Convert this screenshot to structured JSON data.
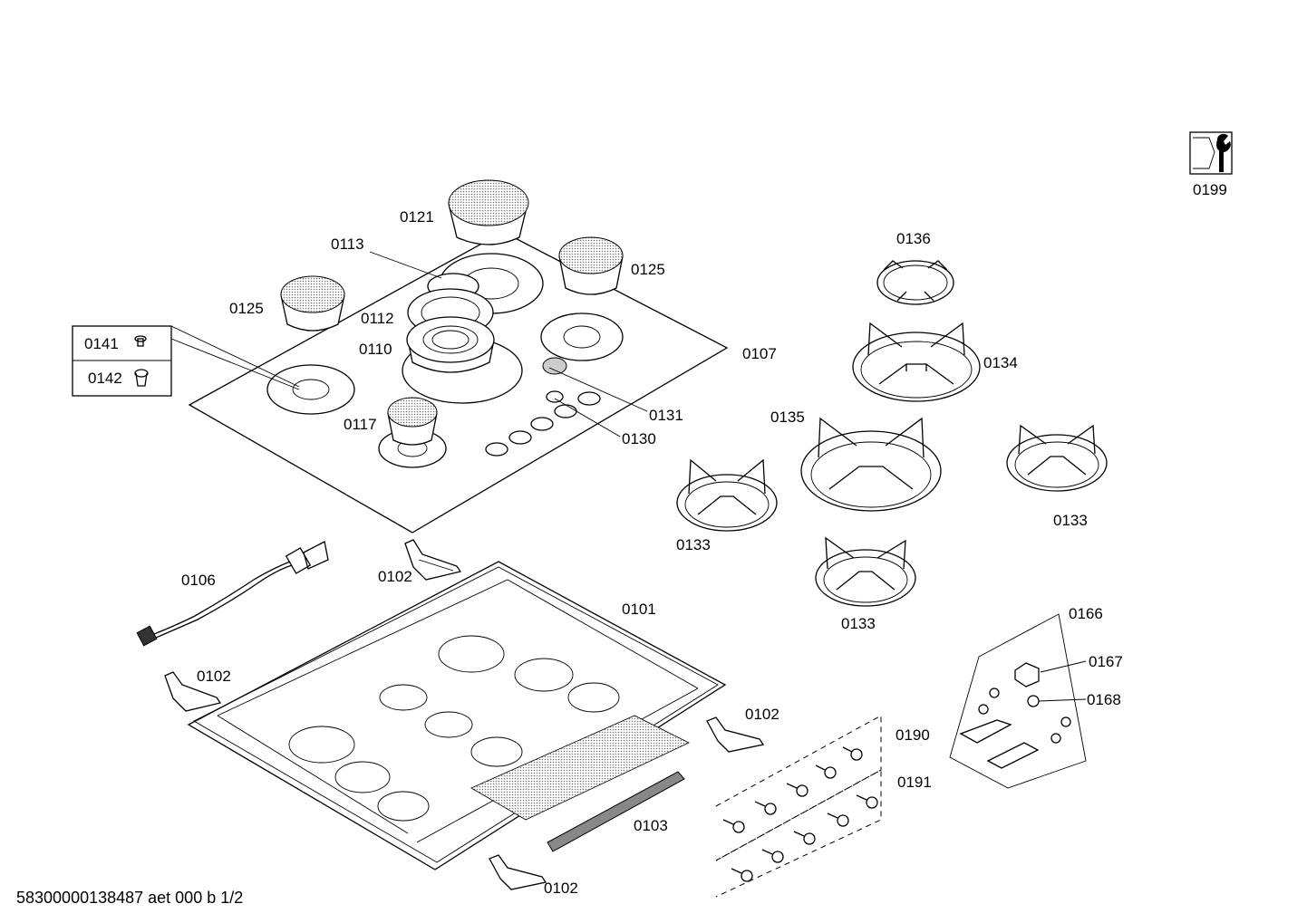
{
  "document": {
    "id": "58300000138487 aet 000 b 1/2"
  },
  "labels": {
    "l0199": "0199",
    "l0121": "0121",
    "l0113": "0113",
    "l0125a": "0125",
    "l0125b": "0125",
    "l0112": "0112",
    "l0110": "0110",
    "l0141": "0141",
    "l0142": "0142",
    "l0117": "0117",
    "l0107": "0107",
    "l0131": "0131",
    "l0130": "0130",
    "l0136": "0136",
    "l0134": "0134",
    "l0135": "0135",
    "l0133a": "0133",
    "l0133b": "0133",
    "l0133c": "0133",
    "l0106": "0106",
    "l0102a": "0102",
    "l0102b": "0102",
    "l0102c": "0102",
    "l0102d": "0102",
    "l0101": "0101",
    "l0103": "0103",
    "l0166": "0166",
    "l0167": "0167",
    "l0168": "0168",
    "l0190": "0190",
    "l0191": "0191"
  },
  "colors": {
    "line": "#000000",
    "background": "#ffffff",
    "burner_fill": "#d9d9d9"
  },
  "icons": {
    "service_tool": "wrench-icon"
  }
}
